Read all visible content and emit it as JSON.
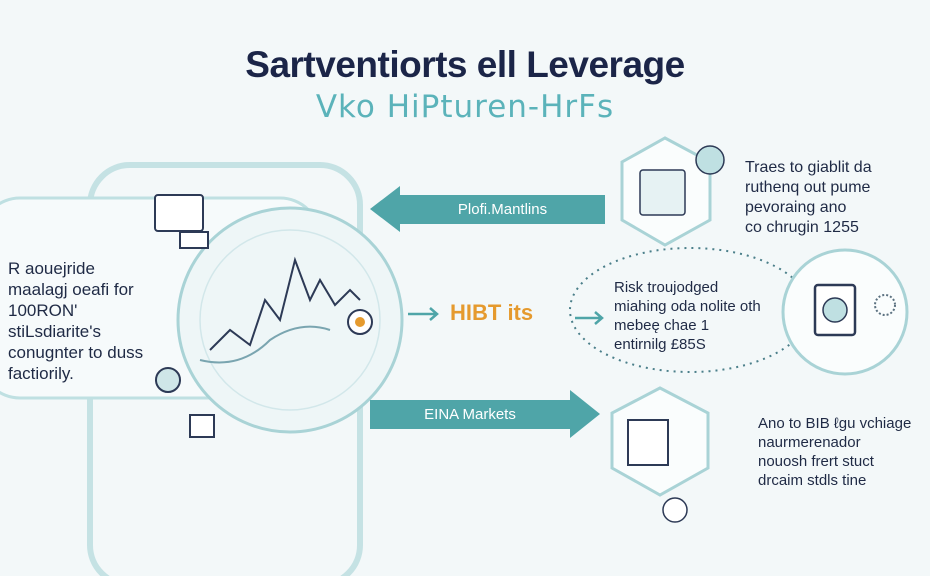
{
  "header": {
    "title": "Sartventiorts ell Leverage",
    "subtitle": "Vko HiPturen-HrFs"
  },
  "left_panel": {
    "lines": [
      "R aouejride",
      "maalagj oeafi for",
      "100RON'",
      "stiLsdiarite's",
      "conugnter to duss",
      "factiorily."
    ]
  },
  "arrows": {
    "top_label": "Plofi.Mantlins",
    "bottom_label": "EINA Markets",
    "center_label": "HIBT its"
  },
  "right_panel": {
    "top_text": [
      "Traes to giablit da",
      "ruthenq out pume",
      "pevoraing ano",
      "co chrugin 1255"
    ],
    "middle_text": [
      "Risk troujodged",
      "miahing oda nolite oth",
      "mebeę chae 1",
      "entirnilg £85S"
    ],
    "bottom_text": [
      "Ano to BIB  ℓgu vchiage",
      "naurmerenador",
      "nouosh frert stuct",
      "drcaim stdls tine"
    ]
  },
  "colors": {
    "teal": "#4fa5a8",
    "navy": "#1b2548",
    "orange": "#e59a2e",
    "light_teal": "#a9d3d6"
  }
}
